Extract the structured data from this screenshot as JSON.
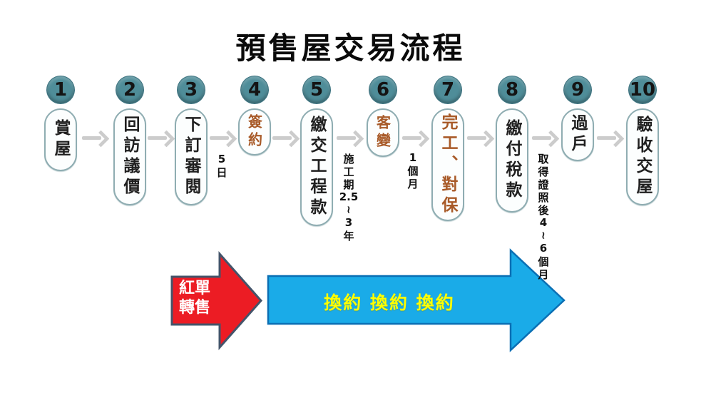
{
  "title": "預售屋交易流程",
  "steps": [
    {
      "num": "1",
      "label": "賞屋",
      "accent": false
    },
    {
      "num": "2",
      "label": "回訪議價",
      "accent": false
    },
    {
      "num": "3",
      "label": "下訂審閱",
      "accent": false
    },
    {
      "num": "4",
      "label": "簽約",
      "accent": true
    },
    {
      "num": "5",
      "label": "繳交工程款",
      "accent": false
    },
    {
      "num": "6",
      "label": "客變",
      "accent": true
    },
    {
      "num": "7",
      "label": "完工、對保",
      "accent": true
    },
    {
      "num": "8",
      "label": "繳付稅款",
      "accent": false
    },
    {
      "num": "9",
      "label": "過戶",
      "accent": false
    },
    {
      "num": "10",
      "label": "驗收交屋",
      "accent": false
    }
  ],
  "annotations": {
    "after_step_3": {
      "text": "5日",
      "lines": [
        "5",
        "日"
      ]
    },
    "after_step_5": {
      "text": "施工期2.5~3年",
      "lines": [
        "施",
        "工",
        "期",
        "2.5",
        "~",
        "3",
        "年"
      ]
    },
    "after_step_6": {
      "text": "1個月",
      "lines": [
        "1",
        "個",
        "月"
      ]
    },
    "after_step_8": {
      "text": "取得證照後4~6個月",
      "lines": [
        "取",
        "得",
        "證",
        "照",
        "後",
        "4",
        "~",
        "6",
        "個",
        "月"
      ]
    }
  },
  "red_arrow": {
    "lines": [
      "紅單",
      "轉售"
    ],
    "text": "紅單轉售"
  },
  "blue_arrow": {
    "label": "換約  換約  換約"
  },
  "colors": {
    "title_text": "#0a0a0a",
    "step_circle": "#4f8d99",
    "step_circle_edge": "#3c7380",
    "pill_border": "#8fadb2",
    "pill_bg": "#fcfefe",
    "step_text": "#1f1f1f",
    "accent_text": "#a85a28",
    "flow_arrow": "#cccccc",
    "annotation_text": "#111111",
    "red_arrow_fill": "#ec1c24",
    "red_arrow_border": "#44546a",
    "red_arrow_text": "#ffffff",
    "blue_arrow_fill": "#1aabe8",
    "blue_arrow_border": "#0a6fb4",
    "blue_arrow_text": "#ffff00"
  }
}
